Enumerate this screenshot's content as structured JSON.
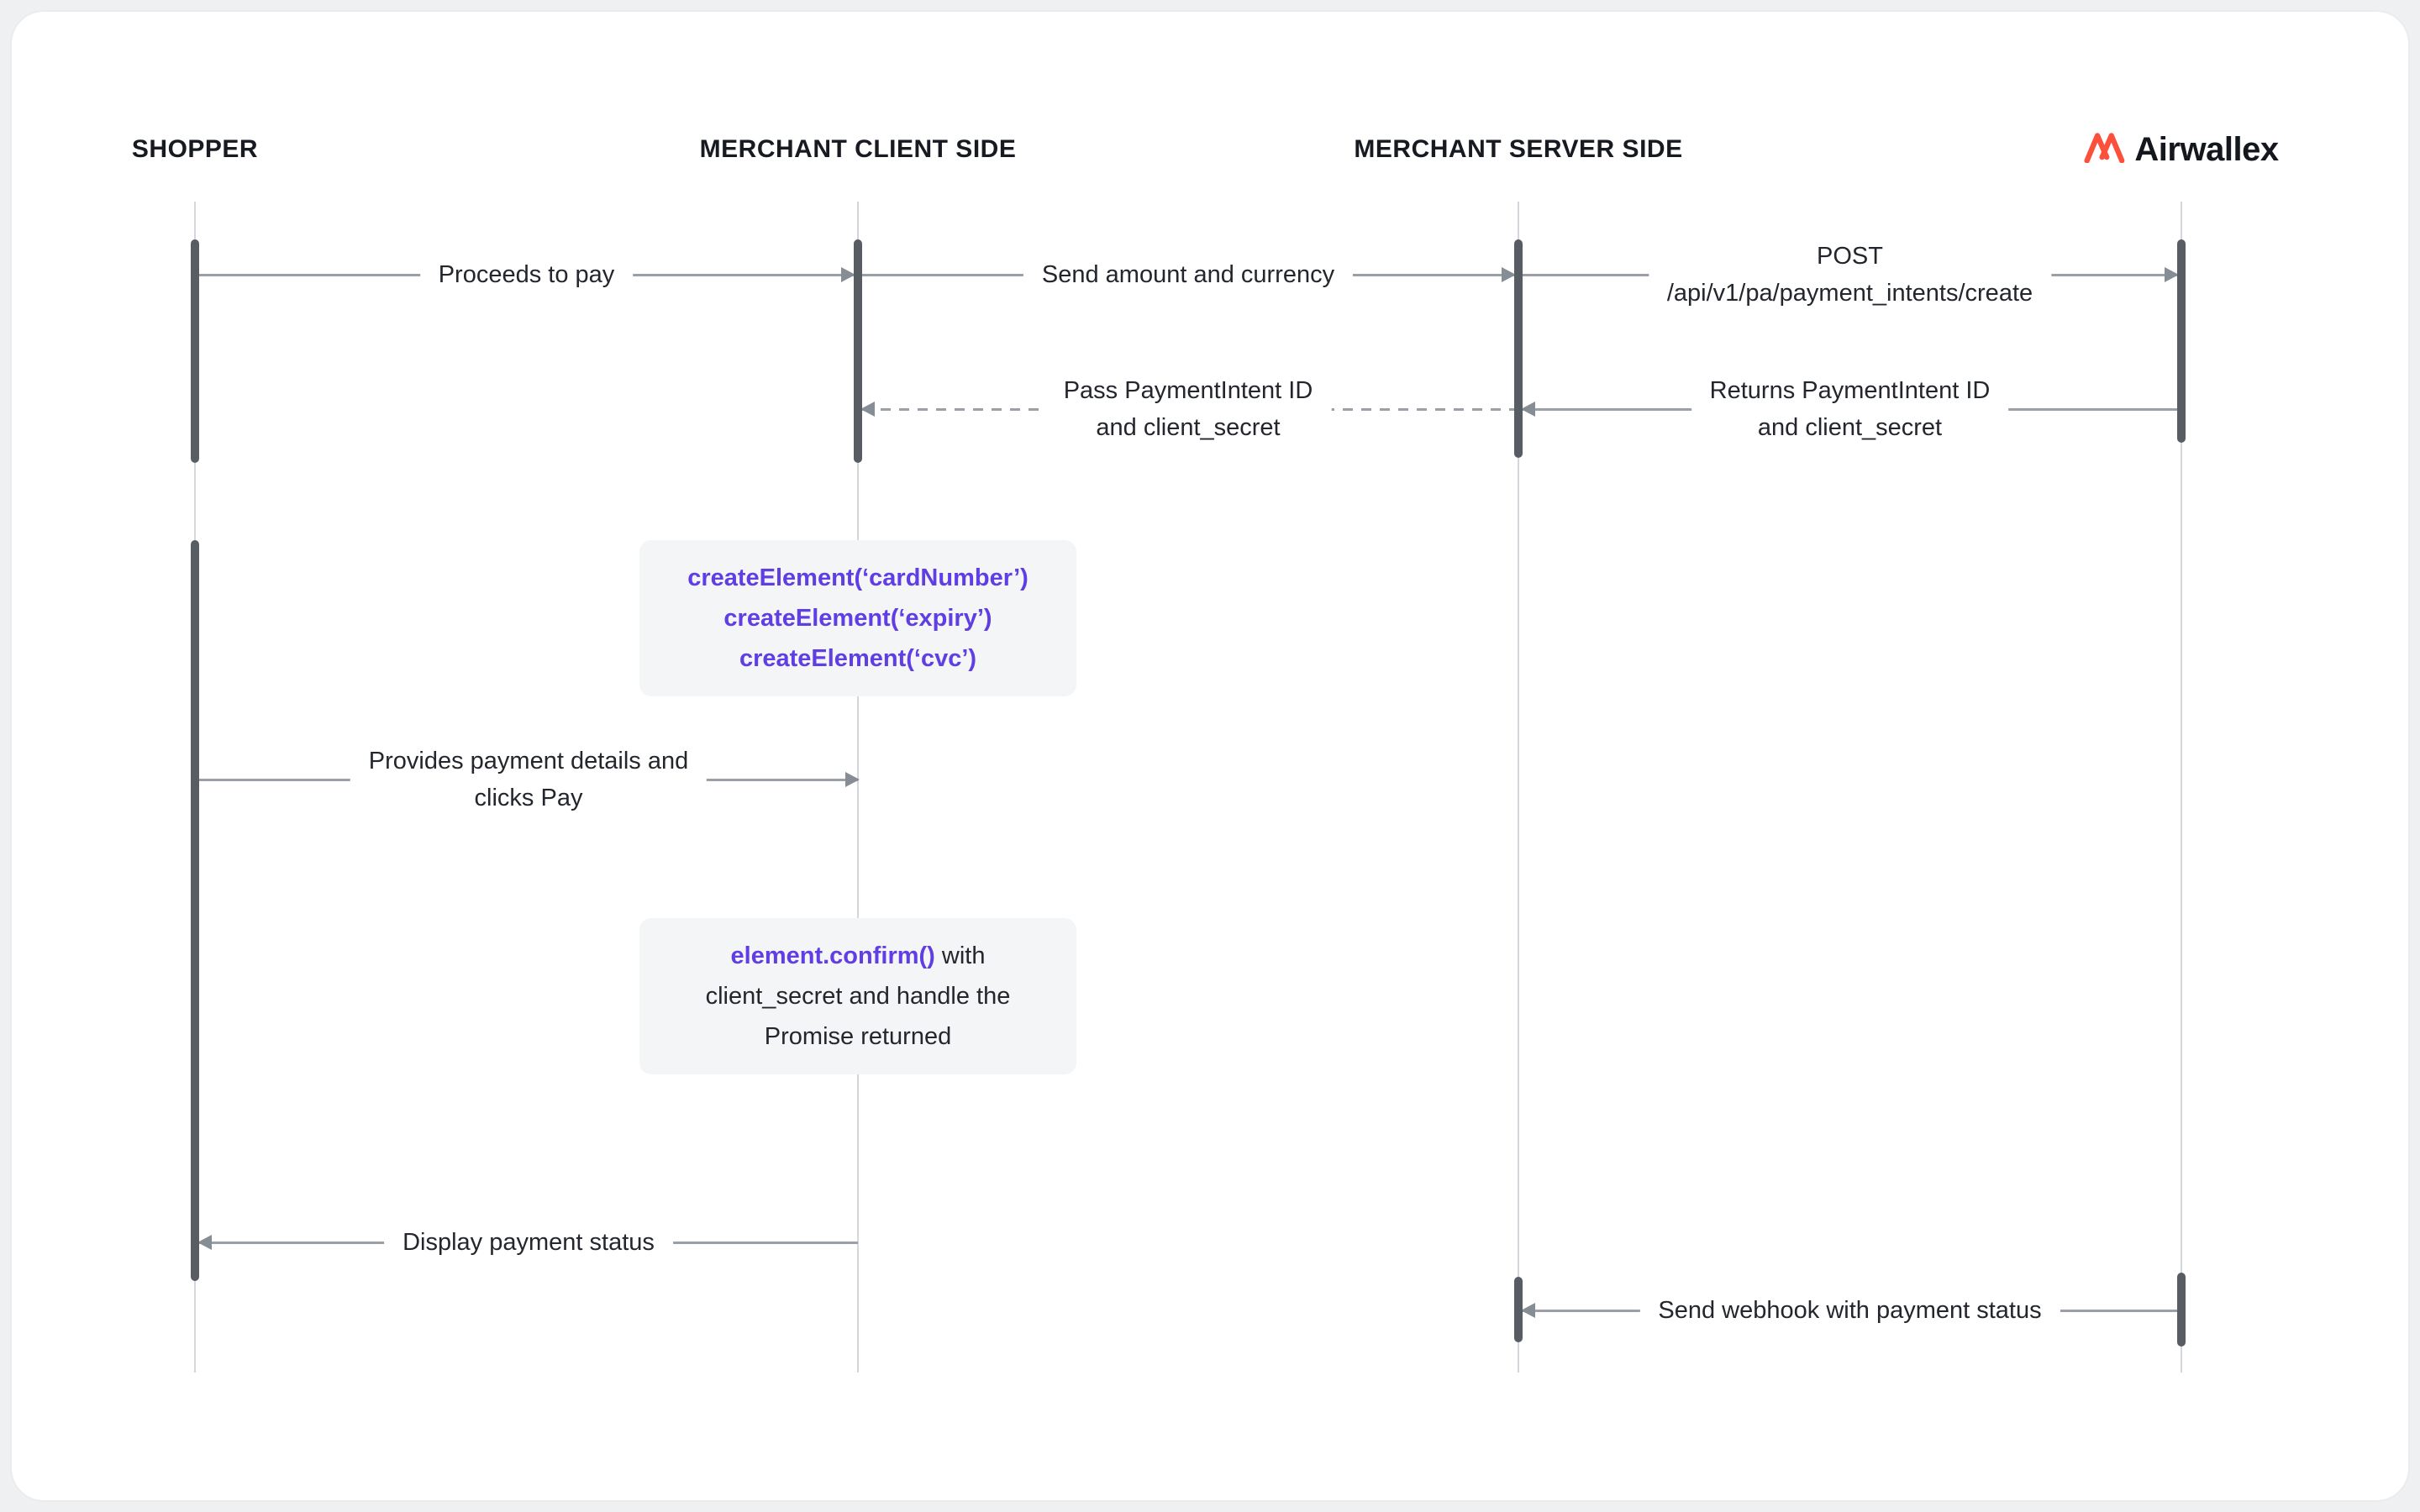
{
  "colors": {
    "purple": "#613DE4",
    "orange": "#FA503C"
  },
  "brand": {
    "name": "Airwallex"
  },
  "lanes": [
    {
      "id": "shopper",
      "label": "SHOPPER"
    },
    {
      "id": "merchant-client",
      "label": "MERCHANT CLIENT SIDE"
    },
    {
      "id": "merchant-server",
      "label": "MERCHANT SERVER SIDE"
    },
    {
      "id": "airwallex",
      "label": "Airwallex"
    }
  ],
  "messages": {
    "proceeds_to_pay": {
      "lines": [
        "Proceeds to pay"
      ]
    },
    "send_amount": {
      "lines": [
        "Send amount and currency"
      ]
    },
    "post_create": {
      "lines": [
        "POST",
        "/api/v1/pa/payment_intents/create"
      ]
    },
    "returns_intent": {
      "lines": [
        "Returns PaymentIntent ID",
        "and client_secret"
      ]
    },
    "pass_intent": {
      "lines": [
        "Pass PaymentIntent ID",
        "and client_secret"
      ]
    },
    "provides_details": {
      "lines": [
        "Provides payment details and",
        "clicks Pay"
      ]
    },
    "display_status": {
      "lines": [
        "Display payment status"
      ]
    },
    "webhook": {
      "lines": [
        "Send webhook with payment status"
      ]
    }
  },
  "code_boxes": {
    "create_elements": {
      "lines": [
        "createElement(‘cardNumber’)",
        "createElement(‘expiry’)",
        "createElement(‘cvc’)"
      ]
    },
    "confirm": {
      "code": "element.confirm()",
      "after": " with",
      "line2": "client_secret and handle the",
      "line3": "Promise returned"
    }
  }
}
